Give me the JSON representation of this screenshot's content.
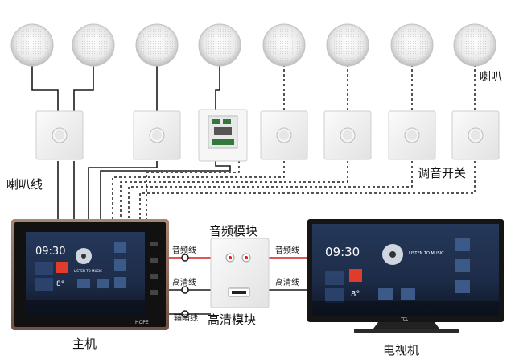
{
  "labels": {
    "speaker": "喇叭",
    "speaker_wire": "喇叭线",
    "volume_switch": "调音开关",
    "audio_module": "音频模块",
    "hd_module": "高清模块",
    "host": "主机",
    "tv": "电视机",
    "audio_line_left": "音频线",
    "hdmi_line_left": "高清线",
    "aux_line": "辅暗线",
    "audio_line_right": "音频线",
    "hdmi_line_right": "高清线"
  },
  "screen": {
    "time": "09:30",
    "temp": "8°",
    "music": "LISTEN TO MUSIC"
  },
  "host_brand": "HOPE",
  "tv_brand": "TCL",
  "colors": {
    "wire_solid": "#1a1a1a",
    "wire_dashed": "#1a1a1a",
    "audio_line": "#d02020",
    "host_frame": "#8a6a5a",
    "screen_bg": "#1c2a44"
  }
}
